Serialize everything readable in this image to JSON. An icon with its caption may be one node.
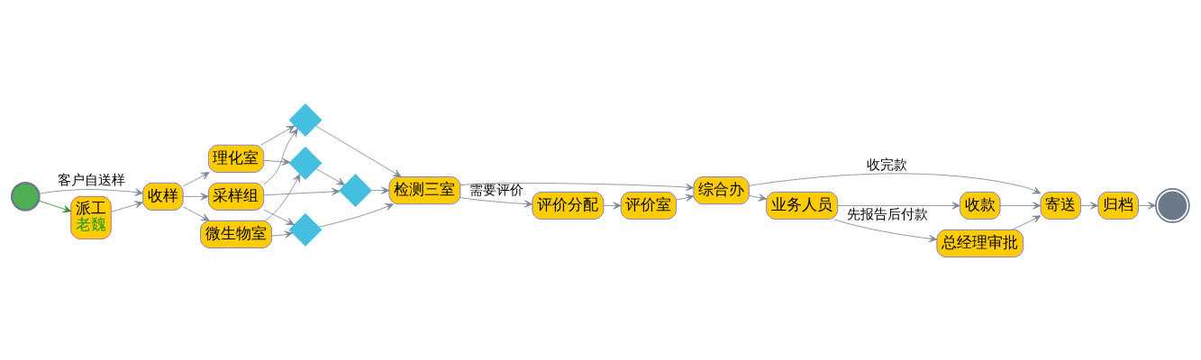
{
  "diagram": {
    "nodes": [
      {
        "text": [],
        "shape": "circle"
      },
      {
        "text": [
          "派工",
          "老魏"
        ]
      },
      {
        "text": [
          "收样"
        ]
      },
      {
        "text": [
          "理化室"
        ]
      },
      {
        "text": [
          "微生物室"
        ]
      },
      {
        "text": [
          "采样组"
        ]
      },
      {
        "text": [],
        "shape": "diamond"
      },
      {
        "text": [],
        "shape": "diamond"
      },
      {
        "text": [],
        "shape": "diamond"
      },
      {
        "text": [],
        "shape": "diamond"
      },
      {
        "text": [
          "检测三室"
        ]
      },
      {
        "text": [
          "评价分配"
        ]
      },
      {
        "text": [
          "评价室"
        ]
      },
      {
        "text": [
          "综合办"
        ]
      },
      {
        "text": [
          "业务人员"
        ]
      },
      {
        "text": [
          "总经理审批"
        ]
      },
      {
        "text": [
          "收款"
        ]
      },
      {
        "text": [
          "寄送"
        ]
      },
      {
        "text": [
          "归档"
        ]
      },
      {
        "text": [],
        "shape": "circle"
      }
    ],
    "edges": [
      {
        "from": 0,
        "to": 1,
        "arrow": "to",
        "color": "#2e8b2e"
      },
      {
        "from": 0,
        "to": 2,
        "arrow": "to",
        "label": "客户自送样"
      },
      {
        "from": 1,
        "to": 2,
        "arrow": "to"
      },
      {
        "from": 2,
        "to": 3,
        "arrow": "to"
      },
      {
        "from": 2,
        "to": 4,
        "arrow": "to"
      },
      {
        "from": 2,
        "to": 5,
        "arrow": "to"
      },
      {
        "from": 3,
        "to": 6,
        "arrow": "to"
      },
      {
        "from": 4,
        "to": 6,
        "arrow": "to"
      },
      {
        "from": 3,
        "to": 7,
        "arrow": "to"
      },
      {
        "from": 5,
        "to": 7,
        "arrow": "to"
      },
      {
        "from": 6,
        "to": 8,
        "arrow": "to"
      },
      {
        "from": 5,
        "to": 8,
        "arrow": "to"
      },
      {
        "from": 4,
        "to": 9,
        "arrow": "to"
      },
      {
        "from": 5,
        "to": 9,
        "arrow": "to"
      },
      {
        "from": 7,
        "to": 10,
        "arrow": "to"
      },
      {
        "from": 8,
        "to": 10,
        "arrow": "to"
      },
      {
        "from": 9,
        "to": 10,
        "arrow": "to"
      },
      {
        "from": 10,
        "to": 11,
        "arrow": "to",
        "label": "需要评价"
      },
      {
        "from": 11,
        "to": 12,
        "arrow": "to"
      },
      {
        "from": 12,
        "to": 13,
        "arrow": "to"
      },
      {
        "from": 10,
        "to": 13,
        "arrow": "to"
      },
      {
        "from": 13,
        "to": 14,
        "arrow": "to"
      },
      {
        "from": 14,
        "to": 15,
        "arrow": "to",
        "label": "先报告后付款"
      },
      {
        "from": 14,
        "to": 16,
        "arrow": "to"
      },
      {
        "from": 15,
        "to": 17,
        "arrow": "to"
      },
      {
        "from": 16,
        "to": 17,
        "arrow": "to"
      },
      {
        "from": 13,
        "to": 17,
        "arrow": "to",
        "label": "收完款"
      },
      {
        "from": 17,
        "to": 18,
        "arrow": "to"
      },
      {
        "from": 18,
        "to": 19,
        "arrow": "to"
      }
    ]
  }
}
